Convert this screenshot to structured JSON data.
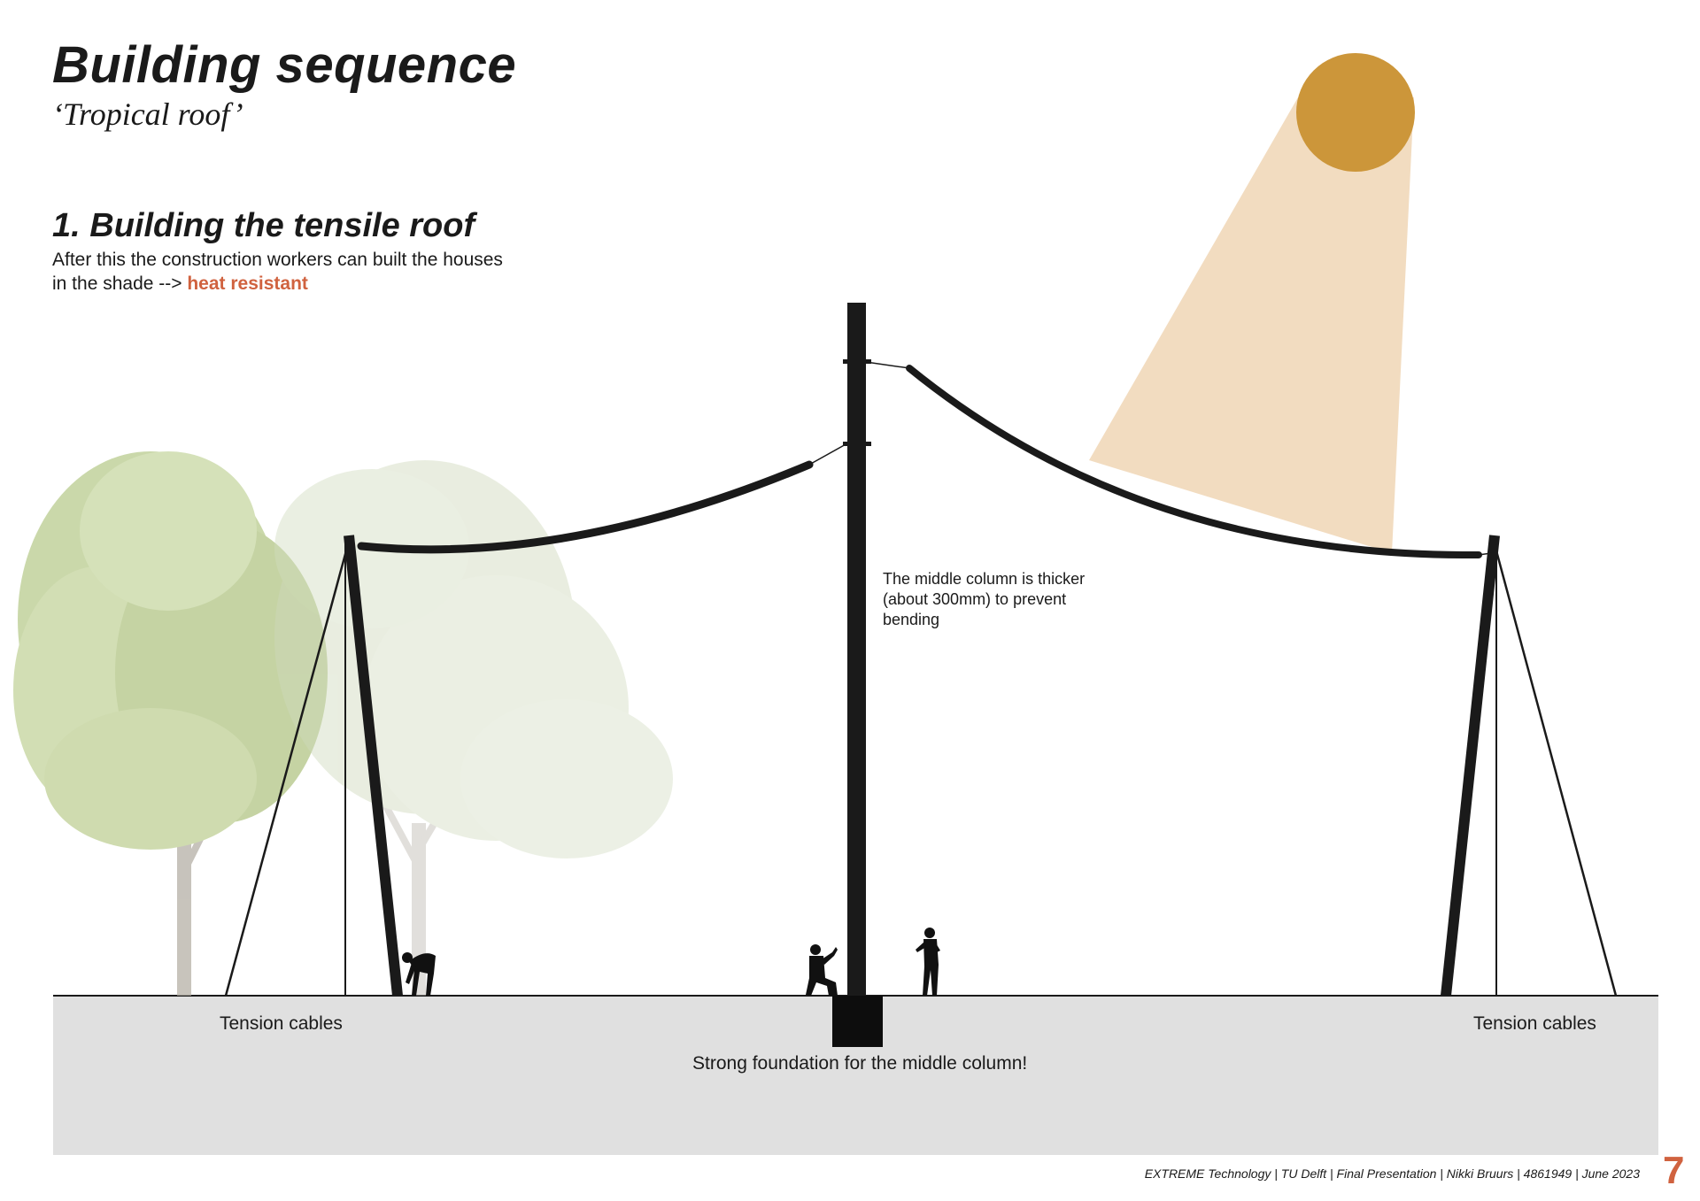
{
  "header": {
    "title": "Building sequence",
    "subtitle": "‘Tropical roof’"
  },
  "step": {
    "title": "1. Building the tensile roof",
    "description": "After this the construction workers can built the houses in the shade -->",
    "highlight": "heat resistant"
  },
  "annotations": {
    "middle_column": "The middle column is thicker (about 300mm) to prevent bending",
    "tension_cables_left": "Tension cables",
    "tension_cables_right": "Tension cables",
    "foundation": "Strong foundation for the middle column!"
  },
  "footer": {
    "credits": "EXTREME Technology | TU Delft | Final Presentation | Nikki Bruurs | 4861949 | June 2023",
    "page_number": "7"
  },
  "colors": {
    "sun": "#cc963a",
    "sun_beam": "#f2dcc0",
    "ground": "#e0e0e0",
    "accent": "#d0623f",
    "structure": "#1a1a1a",
    "tree_foliage": "#c8d6a8"
  }
}
